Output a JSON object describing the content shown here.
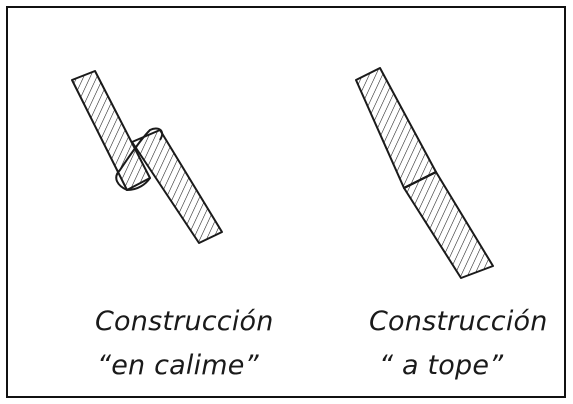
{
  "captions": {
    "left_line1": "Construcción",
    "left_line2": "“en calime”",
    "right_line1": "Construcción",
    "right_line2": "“ a tope”"
  },
  "colors": {
    "ink": "#1a1a1a",
    "border": "#111111",
    "background": "#ffffff"
  }
}
